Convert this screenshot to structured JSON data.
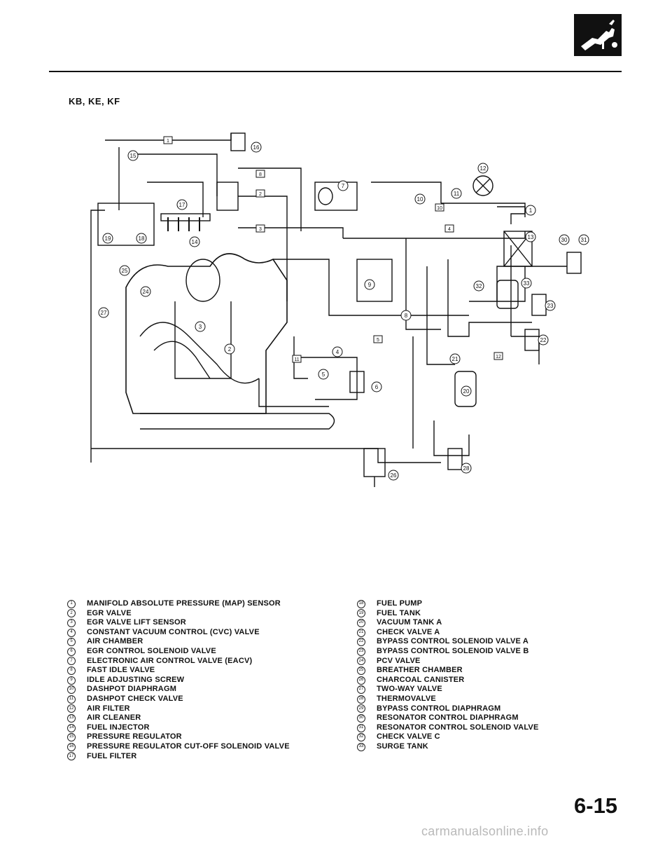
{
  "header": {
    "model_label": "KB, KE, KF"
  },
  "diagram": {
    "callouts": [
      "1",
      "2",
      "3",
      "4",
      "5",
      "6",
      "7",
      "8",
      "9",
      "10",
      "11",
      "12",
      "13",
      "14",
      "15",
      "16",
      "17",
      "18",
      "19",
      "20",
      "21",
      "22",
      "23",
      "24",
      "25",
      "26",
      "27",
      "28",
      "30",
      "31",
      "32",
      "33"
    ],
    "hose_tags": [
      "1",
      "2",
      "3",
      "4",
      "5",
      "8",
      "10",
      "11",
      "12"
    ]
  },
  "legend": {
    "left": [
      {
        "num": "1",
        "label": "MANIFOLD ABSOLUTE PRESSURE (MAP) SENSOR"
      },
      {
        "num": "2",
        "label": "EGR VALVE"
      },
      {
        "num": "3",
        "label": "EGR VALVE LIFT SENSOR"
      },
      {
        "num": "4",
        "label": "CONSTANT VACUUM CONTROL (CVC) VALVE"
      },
      {
        "num": "5",
        "label": "AIR CHAMBER"
      },
      {
        "num": "6",
        "label": "EGR CONTROL SOLENOID VALVE"
      },
      {
        "num": "7",
        "label": "ELECTRONIC AIR CONTROL VALVE (EACV)"
      },
      {
        "num": "8",
        "label": "FAST IDLE VALVE"
      },
      {
        "num": "9",
        "label": "IDLE ADJUSTING SCREW"
      },
      {
        "num": "10",
        "label": "DASHPOT DIAPHRAGM"
      },
      {
        "num": "11",
        "label": "DASHPOT CHECK VALVE"
      },
      {
        "num": "12",
        "label": "AIR FILTER"
      },
      {
        "num": "13",
        "label": "AIR CLEANER"
      },
      {
        "num": "14",
        "label": "FUEL INJECTOR"
      },
      {
        "num": "15",
        "label": "PRESSURE REGULATOR"
      },
      {
        "num": "16",
        "label": "PRESSURE REGULATOR CUT-OFF SOLENOID VALVE"
      },
      {
        "num": "17",
        "label": "FUEL FILTER"
      }
    ],
    "right": [
      {
        "num": "18",
        "label": "FUEL PUMP"
      },
      {
        "num": "19",
        "label": "FUEL TANK"
      },
      {
        "num": "20",
        "label": "VACUUM TANK A"
      },
      {
        "num": "21",
        "label": "CHECK VALVE A"
      },
      {
        "num": "22",
        "label": "BYPASS CONTROL SOLENOID VALVE A"
      },
      {
        "num": "23",
        "label": "BYPASS CONTROL SOLENOID VALVE B"
      },
      {
        "num": "24",
        "label": "PCV VALVE"
      },
      {
        "num": "25",
        "label": "BREATHER CHAMBER"
      },
      {
        "num": "26",
        "label": "CHARCOAL CANISTER"
      },
      {
        "num": "27",
        "label": "TWO-WAY VALVE"
      },
      {
        "num": "28",
        "label": "THERMOVALVE"
      },
      {
        "num": "29",
        "label": "BYPASS CONTROL DIAPHRAGM"
      },
      {
        "num": "30",
        "label": "RESONATOR CONTROL DIAPHRAGM"
      },
      {
        "num": "31",
        "label": "RESONATOR CONTROL SOLENOID VALVE"
      },
      {
        "num": "32",
        "label": "CHECK VALVE C"
      },
      {
        "num": "33",
        "label": "SURGE TANK"
      }
    ]
  },
  "footer": {
    "page_number": "6-15",
    "watermark": "carmanualsonline.info"
  }
}
